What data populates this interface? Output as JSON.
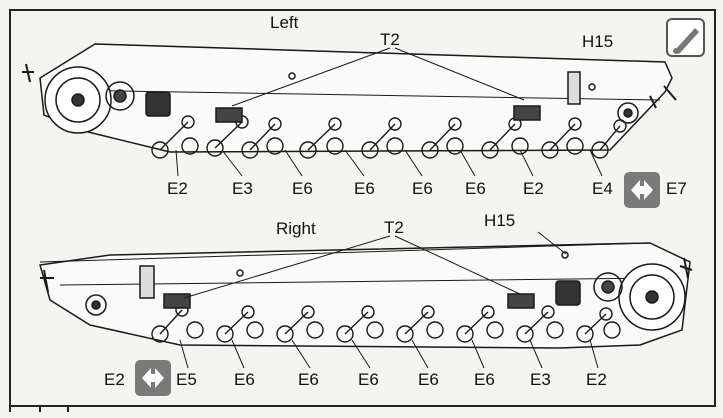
{
  "diagram": {
    "left_panel": {
      "side_label": "Left",
      "top_labels": [
        "T2",
        "H15"
      ],
      "bottom_labels": [
        "E2",
        "E3",
        "E6",
        "E6",
        "E6",
        "E6",
        "E2",
        "E4",
        "E7"
      ]
    },
    "right_panel": {
      "side_label": "Right",
      "top_labels": [
        "T2",
        "H15"
      ],
      "bottom_labels": [
        "E2",
        "E5",
        "E6",
        "E6",
        "E6",
        "E6",
        "E6",
        "E3",
        "E2"
      ]
    },
    "icons": [
      "glue-icon",
      "swap-arrows-icon",
      "swap-arrows-icon"
    ],
    "colors": {
      "line": "#1a1a1a",
      "icon_fill": "#7a7a7a",
      "paper": "#f4f4f1"
    }
  }
}
